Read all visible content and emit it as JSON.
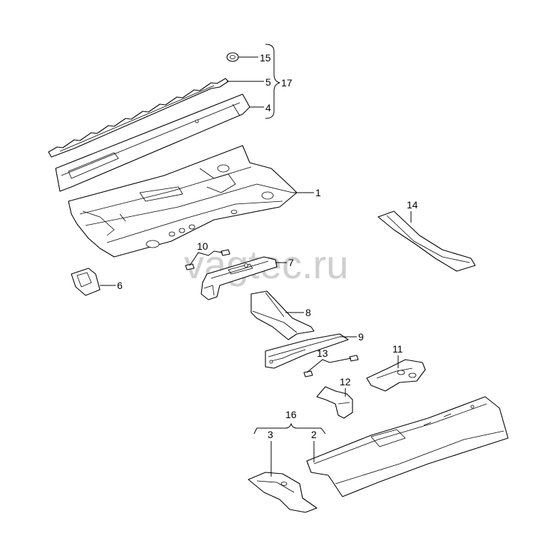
{
  "watermark": "vagtec.ru",
  "callouts": {
    "c1": "1",
    "c2": "2",
    "c3": "3",
    "c4": "4",
    "c5": "5",
    "c6": "6",
    "c7": "7",
    "c8": "8",
    "c9": "9",
    "c10": "10",
    "c11": "11",
    "c12": "12",
    "c13": "13",
    "c14": "14",
    "c15": "15",
    "c16": "16",
    "c17": "17"
  },
  "colors": {
    "line": "#000000",
    "watermark": "#cfcfcf",
    "background": "#ffffff"
  }
}
